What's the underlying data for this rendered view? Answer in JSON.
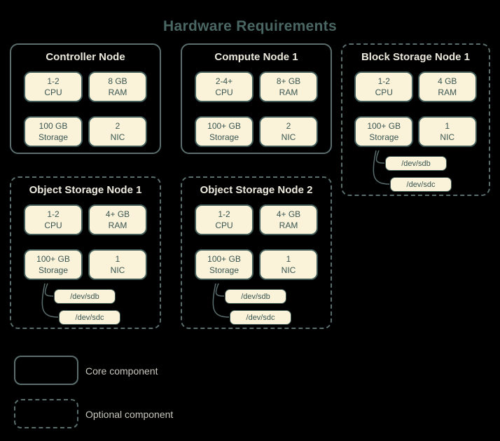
{
  "title": "Hardware Requirements",
  "nodes": [
    {
      "name": "Controller Node",
      "type": "core",
      "components": [
        {
          "value": "1-2",
          "unit": "CPU"
        },
        {
          "value": "8 GB",
          "unit": "RAM"
        },
        {
          "value": "100 GB",
          "unit": "Storage"
        },
        {
          "value": "2",
          "unit": "NIC"
        }
      ]
    },
    {
      "name": "Compute Node 1",
      "type": "core",
      "components": [
        {
          "value": "2-4+",
          "unit": "CPU"
        },
        {
          "value": "8+ GB",
          "unit": "RAM"
        },
        {
          "value": "100+ GB",
          "unit": "Storage"
        },
        {
          "value": "2",
          "unit": "NIC"
        }
      ]
    },
    {
      "name": "Block Storage Node 1",
      "type": "optional",
      "components": [
        {
          "value": "1-2",
          "unit": "CPU"
        },
        {
          "value": "4 GB",
          "unit": "RAM"
        },
        {
          "value": "100+ GB",
          "unit": "Storage"
        },
        {
          "value": "1",
          "unit": "NIC"
        }
      ],
      "devices": [
        "/dev/sdb",
        "/dev/sdc"
      ]
    },
    {
      "name": "Object Storage Node 1",
      "type": "optional",
      "components": [
        {
          "value": "1-2",
          "unit": "CPU"
        },
        {
          "value": "4+ GB",
          "unit": "RAM"
        },
        {
          "value": "100+ GB",
          "unit": "Storage"
        },
        {
          "value": "1",
          "unit": "NIC"
        }
      ],
      "devices": [
        "/dev/sdb",
        "/dev/sdc"
      ]
    },
    {
      "name": "Object Storage Node 2",
      "type": "optional",
      "components": [
        {
          "value": "1-2",
          "unit": "CPU"
        },
        {
          "value": "4+ GB",
          "unit": "RAM"
        },
        {
          "value": "100+ GB",
          "unit": "Storage"
        },
        {
          "value": "1",
          "unit": "NIC"
        }
      ],
      "devices": [
        "/dev/sdb",
        "/dev/sdc"
      ]
    }
  ],
  "legend": {
    "core": "Core component",
    "optional": "Optional component"
  },
  "colors": {
    "background": "#000000",
    "component_fill": "#faf3da",
    "component_border": "#3f5a57",
    "node_border": "#5b6e6e",
    "component_text": "#3a5551",
    "node_title_text": "#ece9dd",
    "diagram_title_text": "#4a6663",
    "legend_text": "#c9c7bd"
  }
}
